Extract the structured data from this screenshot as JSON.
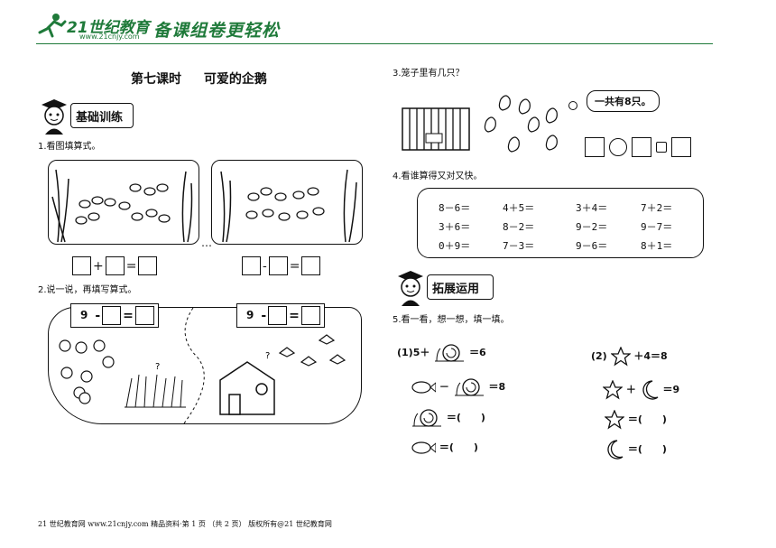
{
  "header": {
    "brand": "21世纪教育",
    "site": "www.21cnjy.com",
    "slogan": "备课组卷更轻松"
  },
  "lesson": {
    "title": "第七课时",
    "subtitle": "可爱的企鹅"
  },
  "banners": {
    "basic": "基础训练",
    "extend": "拓展运用"
  },
  "q1": {
    "label": "1.看图填算式。",
    "plus": "+",
    "minus": "-",
    "equals": "=",
    "dots": "…"
  },
  "q2": {
    "label": "2.说一说，再填写算式。",
    "left_num": "9",
    "right_num": "9",
    "minus": "-",
    "equals": "=",
    "qmark": "?"
  },
  "q3": {
    "label": "3.笼子里有几只？",
    "bubble": "一共有8只。"
  },
  "q4": {
    "label": "4.看谁算得又对又快。",
    "rows": [
      [
        "8－6＝",
        "4＋5＝",
        "3＋4＝",
        "7＋2＝"
      ],
      [
        "3＋6＝",
        "8－2＝",
        "9－2＝",
        "9－7＝"
      ],
      [
        "0＋9＝",
        "7－3＝",
        "9－6＝",
        "8＋1＝"
      ]
    ]
  },
  "q5": {
    "label": "5.看一看，想一想，填一填。",
    "left": {
      "l1_prefix": "(1)5＋",
      "l1_suffix": "＝6",
      "l2_minus": "－",
      "l2_suffix": "＝8",
      "l3_suffix": "＝(　　)",
      "l4_suffix": "＝(　　)"
    },
    "right": {
      "l1_prefix": "(2)",
      "l1_suffix": "＋4＝8",
      "l2_plus": "＋",
      "l2_suffix": "＝9",
      "l3_suffix": "＝(　　)",
      "l4_suffix": "＝(　　)"
    }
  },
  "footer": {
    "text": "21 世纪教育网  www.21cnjy.com  精品资料·第 1 页 （共 2 页） 版权所有@21 世纪教育网"
  },
  "colors": {
    "brand_green": "#1f7a3a",
    "ink": "#111111"
  }
}
